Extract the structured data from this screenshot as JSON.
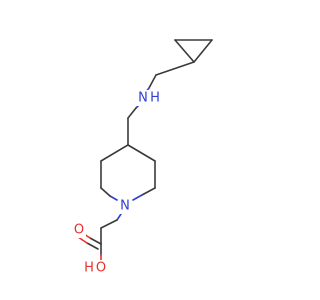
{
  "molecule": {
    "atoms": {
      "N_amine": {
        "symbol": "N",
        "hydrogen": "H"
      },
      "N_ring": {
        "symbol": "N"
      },
      "O_carbonyl": {
        "symbol": "O"
      },
      "O_hydroxyl": {
        "symbol": "O",
        "hydrogen": "H"
      }
    }
  },
  "colors": {
    "carbon_bond": "#3a3a3a",
    "nitrogen": "#2f3ed1",
    "oxygen": "#e8312a",
    "background": "#ffffff"
  }
}
